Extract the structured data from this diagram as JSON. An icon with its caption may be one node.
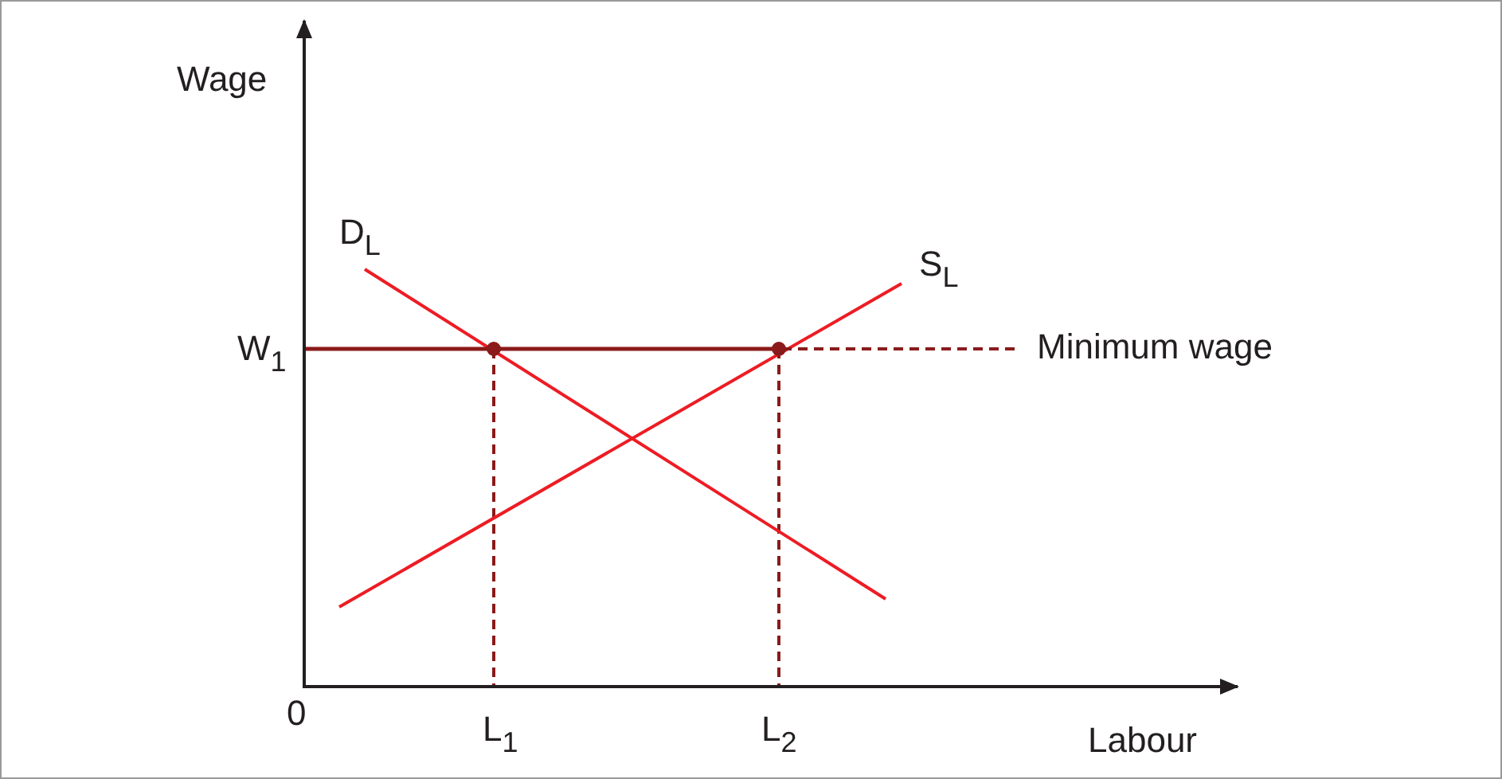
{
  "diagram": {
    "labels": [
      "Wage",
      "D$_{L}$",
      "S$_{L}$",
      "W$_{1}$",
      "Minimum wage",
      "0",
      "L$_{1}$",
      "L$_{2}$",
      "Labour"
    ]
  }
}
